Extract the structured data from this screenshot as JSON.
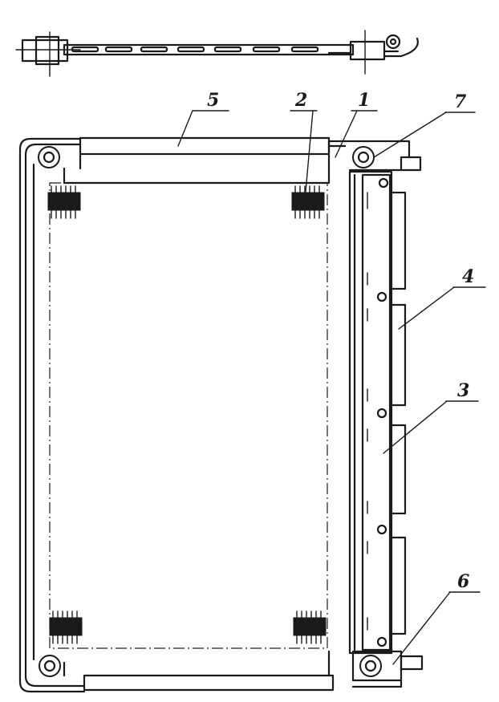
{
  "callouts": [
    {
      "id": "label-1",
      "text": "1"
    },
    {
      "id": "label-2",
      "text": "2"
    },
    {
      "id": "label-3",
      "text": "3"
    },
    {
      "id": "label-4",
      "text": "4"
    },
    {
      "id": "label-5",
      "text": "5"
    },
    {
      "id": "label-6",
      "text": "6"
    },
    {
      "id": "label-7",
      "text": "7"
    }
  ]
}
